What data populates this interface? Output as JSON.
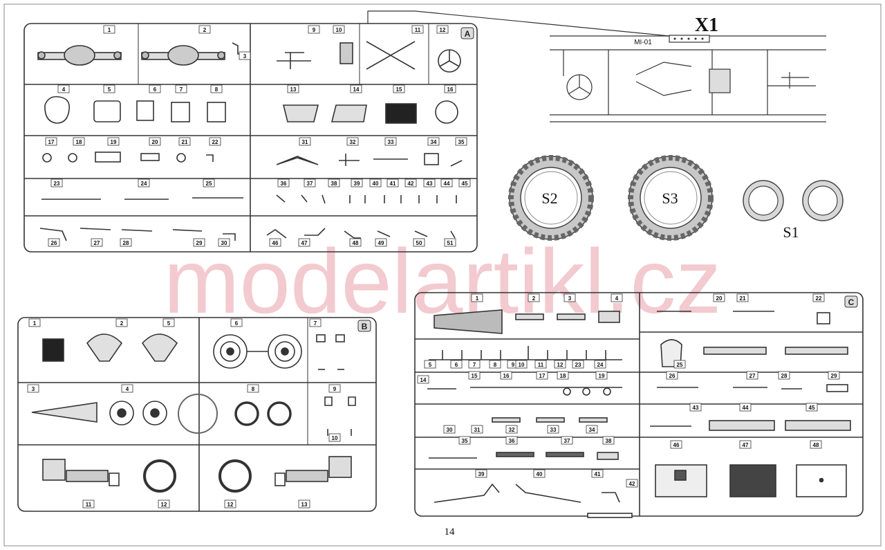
{
  "page_number": "14",
  "watermark": "modelartikl.cz",
  "colors": {
    "line": "#333333",
    "watermark": "#e8a0a8",
    "part_fill": "#d8d8d8",
    "dark_fill": "#222222"
  },
  "sprue_a": {
    "letter": "A",
    "row1": [
      "1",
      "2",
      "3",
      "9",
      "10",
      "11",
      "12"
    ],
    "row2": [
      "4",
      "5",
      "6",
      "7",
      "8",
      "13",
      "14",
      "15",
      "16"
    ],
    "row3": [
      "17",
      "18",
      "19",
      "20",
      "21",
      "22",
      "31",
      "32",
      "33",
      "34",
      "35"
    ],
    "row4": [
      "23",
      "24",
      "25",
      "36",
      "37",
      "38",
      "39",
      "40",
      "41",
      "42",
      "43",
      "44",
      "45"
    ],
    "row5": [
      "26",
      "27",
      "28",
      "29",
      "30",
      "46",
      "47",
      "48",
      "49",
      "50",
      "51"
    ]
  },
  "sprue_x": {
    "title": "X1",
    "code": "MI-01"
  },
  "tires": {
    "s2": "S2",
    "s3": "S3",
    "s1": "S1"
  },
  "sprue_b": {
    "letter": "B",
    "row1": [
      "1",
      "2",
      "5",
      "6",
      "7"
    ],
    "row2": [
      "3",
      "4",
      "8",
      "9",
      "10"
    ],
    "row3": [
      "11",
      "12",
      "12",
      "13"
    ]
  },
  "sprue_c": {
    "letter": "C",
    "row1": [
      "1",
      "2",
      "3",
      "4",
      "20",
      "21",
      "22"
    ],
    "row2": [
      "5",
      "6",
      "7",
      "8",
      "9",
      "10",
      "11",
      "12",
      "23",
      "24",
      "25"
    ],
    "row3": [
      "14",
      "15",
      "16",
      "17",
      "18",
      "19",
      "26",
      "27",
      "28",
      "29"
    ],
    "row4": [
      "30",
      "31",
      "32",
      "33",
      "34",
      "43",
      "44",
      "45"
    ],
    "row5": [
      "35",
      "36",
      "37",
      "38",
      "46",
      "47",
      "48"
    ],
    "row6": [
      "39",
      "40",
      "41",
      "42"
    ]
  }
}
